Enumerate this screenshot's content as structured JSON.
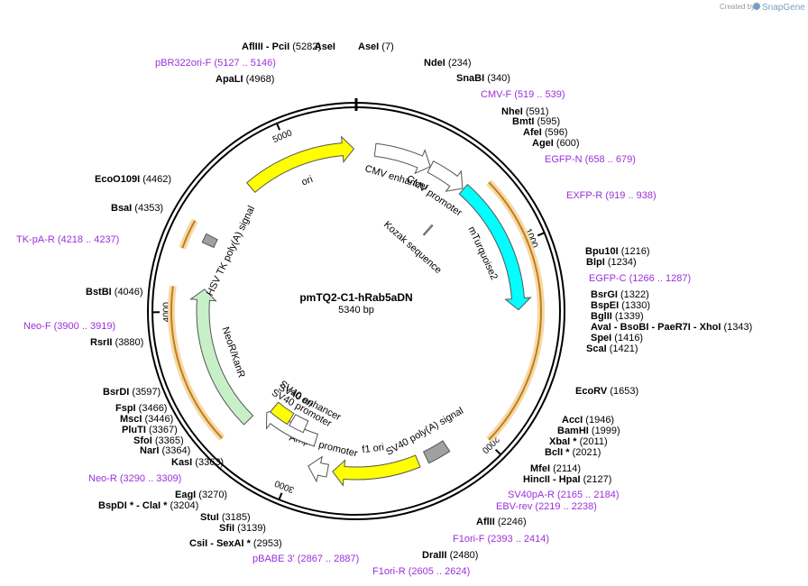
{
  "brand": {
    "created_by": "Created by",
    "name": "SnapGene"
  },
  "title": "pmTQ2-C1-hRab5aDN",
  "length_label": "5340 bp",
  "colors": {
    "primer": "#9b30d9",
    "ori": "#ffff00",
    "cyan": "#00ffff",
    "neo": "#c8f0c8",
    "sv40": "#ffff00",
    "gray": "#a0a0a0",
    "orange": "#e8a640"
  },
  "ticks": [
    {
      "label": "1000",
      "pos": 1000
    },
    {
      "label": "2000",
      "pos": 2000
    },
    {
      "label": "3000",
      "pos": 3000
    },
    {
      "label": "4000",
      "pos": 4000
    },
    {
      "label": "5000",
      "pos": 5000
    }
  ],
  "features": [
    {
      "name": "CMV enhancer",
      "start": 100,
      "end": 403,
      "type": "arrow-white"
    },
    {
      "name": "CMV promoter",
      "start": 404,
      "end": 607,
      "type": "arrow-white"
    },
    {
      "name": "Kozak sequence",
      "start": 612,
      "end": 621,
      "type": "tiny"
    },
    {
      "name": "mTurquoise2",
      "start": 613,
      "end": 1329,
      "type": "arrow-cyan"
    },
    {
      "name": "SV40 poly(A) signal",
      "start": 2170,
      "end": 2291,
      "type": "gray-box"
    },
    {
      "name": "f1 ori",
      "start": 2339,
      "end": 2794,
      "type": "arrow-yellow"
    },
    {
      "name": "AmpR promoter",
      "start": 2821,
      "end": 2925,
      "type": "arrow-white"
    },
    {
      "name": "SV40 promoter",
      "start": 2927,
      "end": 3284,
      "type": "arrow-white"
    },
    {
      "name": "SV40 ori",
      "start": 3135,
      "end": 3270,
      "type": "box-yellow"
    },
    {
      "name": "SV40 enhancer",
      "start": 3020,
      "end": 3120,
      "type": "box-white"
    },
    {
      "name": "NeoR/KanR",
      "start": 3332,
      "end": 4126,
      "type": "arrow-green"
    },
    {
      "name": "HSV TK poly(A) signal",
      "start": 4362,
      "end": 4409,
      "type": "gray-box"
    },
    {
      "name": "ori",
      "start": 4740,
      "end": 5328,
      "type": "arrow-yellow"
    }
  ],
  "sites": [
    {
      "name": "AseI",
      "pos": "(7)"
    },
    {
      "name": "NdeI",
      "pos": "(234)"
    },
    {
      "name": "SnaBI",
      "pos": "(340)"
    },
    {
      "name": "CMV-F",
      "pos": "(519 .. 539)",
      "primer": true
    },
    {
      "name": "NheI",
      "pos": "(591)"
    },
    {
      "name": "BmtI",
      "pos": "(595)"
    },
    {
      "name": "AfeI",
      "pos": "(596)"
    },
    {
      "name": "AgeI",
      "pos": "(600)"
    },
    {
      "name": "EGFP-N",
      "pos": "(658 .. 679)",
      "primer": true
    },
    {
      "name": "EXFP-R",
      "pos": "(919 .. 938)",
      "primer": true
    },
    {
      "name": "Bpu10I",
      "pos": "(1216)"
    },
    {
      "name": "BlpI",
      "pos": "(1234)"
    },
    {
      "name": "EGFP-C",
      "pos": "(1266 .. 1287)",
      "primer": true
    },
    {
      "name": "BsrGI",
      "pos": "(1322)"
    },
    {
      "name": "BspEI",
      "pos": "(1330)"
    },
    {
      "name": "BglII",
      "pos": "(1339)"
    },
    {
      "name": "AvaI - BsoBI - PaeR7I - XhoI",
      "pos": "(1343)"
    },
    {
      "name": "SpeI",
      "pos": "(1416)"
    },
    {
      "name": "ScaI",
      "pos": "(1421)"
    },
    {
      "name": "EcoRV",
      "pos": "(1653)"
    },
    {
      "name": "AccI",
      "pos": "(1946)"
    },
    {
      "name": "BamHI",
      "pos": "(1999)"
    },
    {
      "name": "XbaI *",
      "pos": "(2011)"
    },
    {
      "name": "BclI *",
      "pos": "(2021)"
    },
    {
      "name": "MfeI",
      "pos": "(2114)"
    },
    {
      "name": "HincII - HpaI",
      "pos": "(2127)"
    },
    {
      "name": "SV40pA-R",
      "pos": "(2165 .. 2184)",
      "primer": true
    },
    {
      "name": "EBV-rev",
      "pos": "(2219 .. 2238)",
      "primer": true
    },
    {
      "name": "AflII",
      "pos": "(2246)"
    },
    {
      "name": "F1ori-F",
      "pos": "(2393 .. 2414)",
      "primer": true
    },
    {
      "name": "DraIII",
      "pos": "(2480)"
    },
    {
      "name": "F1ori-R",
      "pos": "(2605 .. 2624)",
      "primer": true
    },
    {
      "name": "pBABE 3'",
      "pos": "(2867 .. 2887)",
      "primer": true
    },
    {
      "name": "CsiI - SexAI *",
      "pos": "(2953)"
    },
    {
      "name": "SfiI",
      "pos": "(3139)"
    },
    {
      "name": "StuI",
      "pos": "(3185)"
    },
    {
      "name": "BspDI * - ClaI *",
      "pos": "(3204)"
    },
    {
      "name": "EagI",
      "pos": "(3270)"
    },
    {
      "name": "Neo-R",
      "pos": "(3290 .. 3309)",
      "primer": true
    },
    {
      "name": "KasI",
      "pos": "(3363)"
    },
    {
      "name": "NarI",
      "pos": "(3364)"
    },
    {
      "name": "SfoI",
      "pos": "(3365)"
    },
    {
      "name": "PluTI",
      "pos": "(3367)"
    },
    {
      "name": "MscI",
      "pos": "(3446)"
    },
    {
      "name": "FspI",
      "pos": "(3466)"
    },
    {
      "name": "BsrDI",
      "pos": "(3597)"
    },
    {
      "name": "RsrII",
      "pos": "(3880)"
    },
    {
      "name": "Neo-F",
      "pos": "(3900 .. 3919)",
      "primer": true
    },
    {
      "name": "BstBI",
      "pos": "(4046)"
    },
    {
      "name": "TK-pA-R",
      "pos": "(4218 .. 4237)",
      "primer": true
    },
    {
      "name": "BsaI",
      "pos": "(4353)"
    },
    {
      "name": "EcoO109I",
      "pos": "(4462)"
    },
    {
      "name": "ApaLI",
      "pos": "(4968)"
    },
    {
      "name": "pBR322ori-F",
      "pos": "(5127 .. 5146)",
      "primer": true
    },
    {
      "name": "AflIII - PciI",
      "pos": "(5282)"
    }
  ]
}
